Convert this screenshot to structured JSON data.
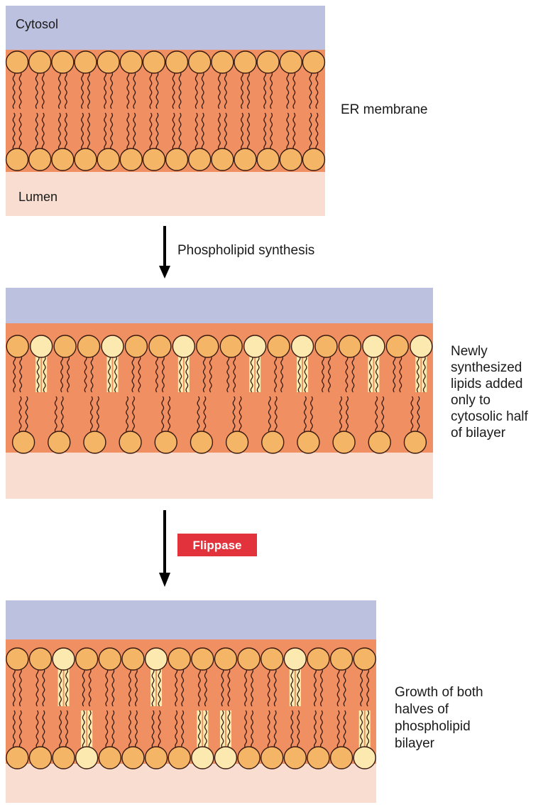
{
  "panels": [
    {
      "id": "original",
      "top_label": "Cytosol",
      "bottom_label": "Lumen",
      "side_label": [
        "ER membrane"
      ],
      "top_new_count": 0,
      "bottom_new_count": 0
    },
    {
      "id": "after-synthesis",
      "top_label": "",
      "bottom_label": "",
      "side_label": [
        "Newly",
        "synthesized",
        "lipids added",
        "only to",
        "cytosolic half",
        "of bilayer"
      ],
      "top_new_count": 7,
      "bottom_new_count": 0
    },
    {
      "id": "after-flippase",
      "top_label": "",
      "bottom_label": "",
      "side_label": [
        "Growth of both",
        "halves of",
        "phospholipid",
        "bilayer"
      ],
      "top_new_count": 3,
      "bottom_new_count": 4
    }
  ],
  "steps": [
    {
      "id": "synthesis",
      "label": "Phospholipid synthesis",
      "style": "plain"
    },
    {
      "id": "flippase",
      "label": "Flippase",
      "style": "badge"
    }
  ],
  "colors": {
    "cytosol": "#bcc1df",
    "lumen": "#f8ddd0",
    "core": "#f08f62",
    "head": "#f5b566",
    "new_head": "#fbe9b0",
    "new_tail": "#f8eeb2",
    "flippase_badge": "#e2333c",
    "arrow": "#000000"
  }
}
